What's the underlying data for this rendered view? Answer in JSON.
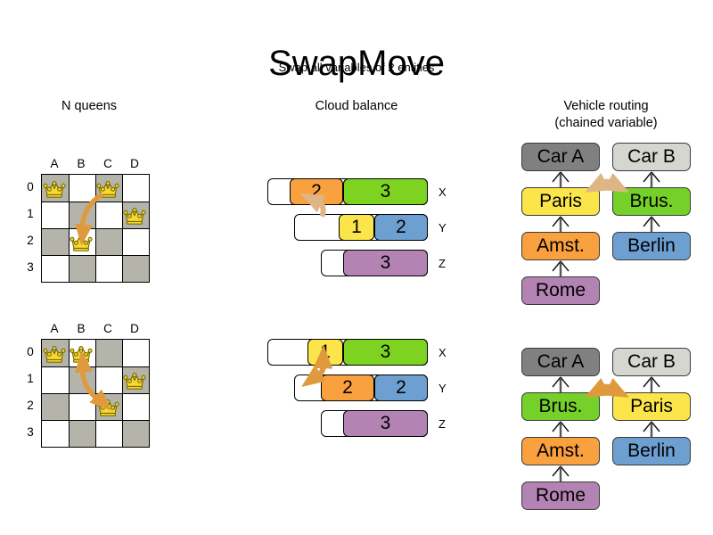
{
  "header": {
    "title": "SwapMove",
    "subtitle": "Swap all variables of 2 entities"
  },
  "colors": {
    "orange": "#f9a03f",
    "green": "#7ed321",
    "green_box": "#76d02a",
    "yellow": "#fbe54a",
    "blue": "#6d9fd1",
    "purple": "#b383b3",
    "gray_dark": "#808080",
    "gray_light": "#d6d6d0",
    "board_dark": "#b4b4ab",
    "board_light": "#ffffff",
    "arrow_light": "#e0b585",
    "arrow_strong": "#e09a3e",
    "queen_gold": "#f5d834",
    "outline": "#000000"
  },
  "sections": [
    {
      "id": "n-queens",
      "title": "N queens"
    },
    {
      "id": "cloud-balance",
      "title": "Cloud balance"
    },
    {
      "id": "vehicle-routing",
      "title_line1": "Vehicle routing",
      "title_line2": "(chained variable)"
    }
  ],
  "n_queens": {
    "columns": [
      "A",
      "B",
      "C",
      "D"
    ],
    "rows": [
      "0",
      "1",
      "2",
      "3"
    ],
    "before": {
      "queens": [
        {
          "col": 0,
          "row": 0
        },
        {
          "col": 2,
          "row": 0
        },
        {
          "col": 3,
          "row": 1
        },
        {
          "col": 1,
          "row": 2
        }
      ],
      "move_arrow": {
        "from_col": 2,
        "from_row": 0,
        "to_col": 1,
        "to_row": 2,
        "double_headed": false
      }
    },
    "after": {
      "queens": [
        {
          "col": 0,
          "row": 0
        },
        {
          "col": 1,
          "row": 0
        },
        {
          "col": 3,
          "row": 1
        },
        {
          "col": 2,
          "row": 2
        }
      ],
      "move_arrow": {
        "from_col": 1,
        "from_row": 0,
        "to_col": 2,
        "to_row": 2,
        "double_headed": true
      }
    }
  },
  "cloud_balance": {
    "before": {
      "rows": [
        {
          "label": "X",
          "segments": [
            {
              "value": "2",
              "color": "orange"
            },
            {
              "value": "3",
              "color": "green"
            }
          ]
        },
        {
          "label": "Y",
          "segments": [
            {
              "value": "1",
              "color": "yellow"
            },
            {
              "value": "2",
              "color": "blue"
            }
          ]
        },
        {
          "label": "Z",
          "segments": [
            {
              "value": "3",
              "color": "purple"
            }
          ]
        }
      ]
    },
    "after": {
      "rows": [
        {
          "label": "X",
          "segments": [
            {
              "value": "1",
              "color": "yellow"
            },
            {
              "value": "3",
              "color": "green"
            }
          ]
        },
        {
          "label": "Y",
          "segments": [
            {
              "value": "2",
              "color": "orange"
            },
            {
              "value": "2",
              "color": "blue"
            }
          ]
        },
        {
          "label": "Z",
          "segments": [
            {
              "value": "3",
              "color": "purple"
            }
          ]
        }
      ]
    }
  },
  "vehicle_routing": {
    "before": {
      "chain_a": [
        {
          "label": "Car A",
          "color": "gray_dark"
        },
        {
          "label": "Paris",
          "color": "yellow"
        },
        {
          "label": "Amst.",
          "color": "orange"
        },
        {
          "label": "Rome",
          "color": "purple"
        }
      ],
      "chain_b": [
        {
          "label": "Car B",
          "color": "gray_light"
        },
        {
          "label": "Brus.",
          "color": "green_box"
        },
        {
          "label": "Berlin",
          "color": "blue"
        }
      ],
      "swap_arrow": {
        "left_node": "Paris",
        "right_node": "Brus.",
        "double_headed": true
      }
    },
    "after": {
      "chain_a": [
        {
          "label": "Car A",
          "color": "gray_dark"
        },
        {
          "label": "Brus.",
          "color": "green_box"
        },
        {
          "label": "Amst.",
          "color": "orange"
        },
        {
          "label": "Rome",
          "color": "purple"
        }
      ],
      "chain_b": [
        {
          "label": "Car B",
          "color": "gray_light"
        },
        {
          "label": "Paris",
          "color": "yellow"
        },
        {
          "label": "Berlin",
          "color": "blue"
        }
      ],
      "swap_arrow": {
        "left_node": "Brus.",
        "right_node": "Paris",
        "double_headed": true
      }
    }
  }
}
